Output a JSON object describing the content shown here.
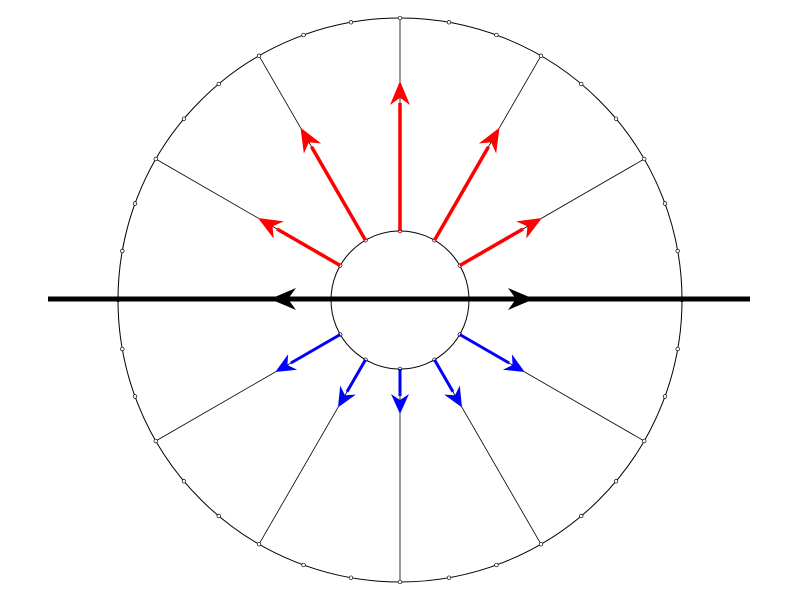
{
  "colors": {
    "background": "#ffffff",
    "outline": "#000000",
    "line": "#000000",
    "upper_arrows": "#ff0000",
    "lower_arrows": "#0000ff"
  },
  "diagram": {
    "spoke_angles_deg": [
      90,
      60,
      30,
      -30,
      -60,
      -90,
      -120,
      -150,
      150,
      120
    ],
    "upper_arrow_angles_deg": [
      150,
      120,
      90,
      60,
      30
    ],
    "upper_arrow_lengths": [
      0.95,
      1.3,
      1.5,
      1.3,
      0.95
    ],
    "lower_arrow_angles_deg": [
      -150,
      -120,
      -90,
      -60,
      -30
    ],
    "lower_arrow_lengths": [
      0.75,
      0.55,
      0.45,
      0.55,
      0.75
    ],
    "marker_count": 36,
    "line_arrows": [
      "left",
      "right"
    ]
  }
}
